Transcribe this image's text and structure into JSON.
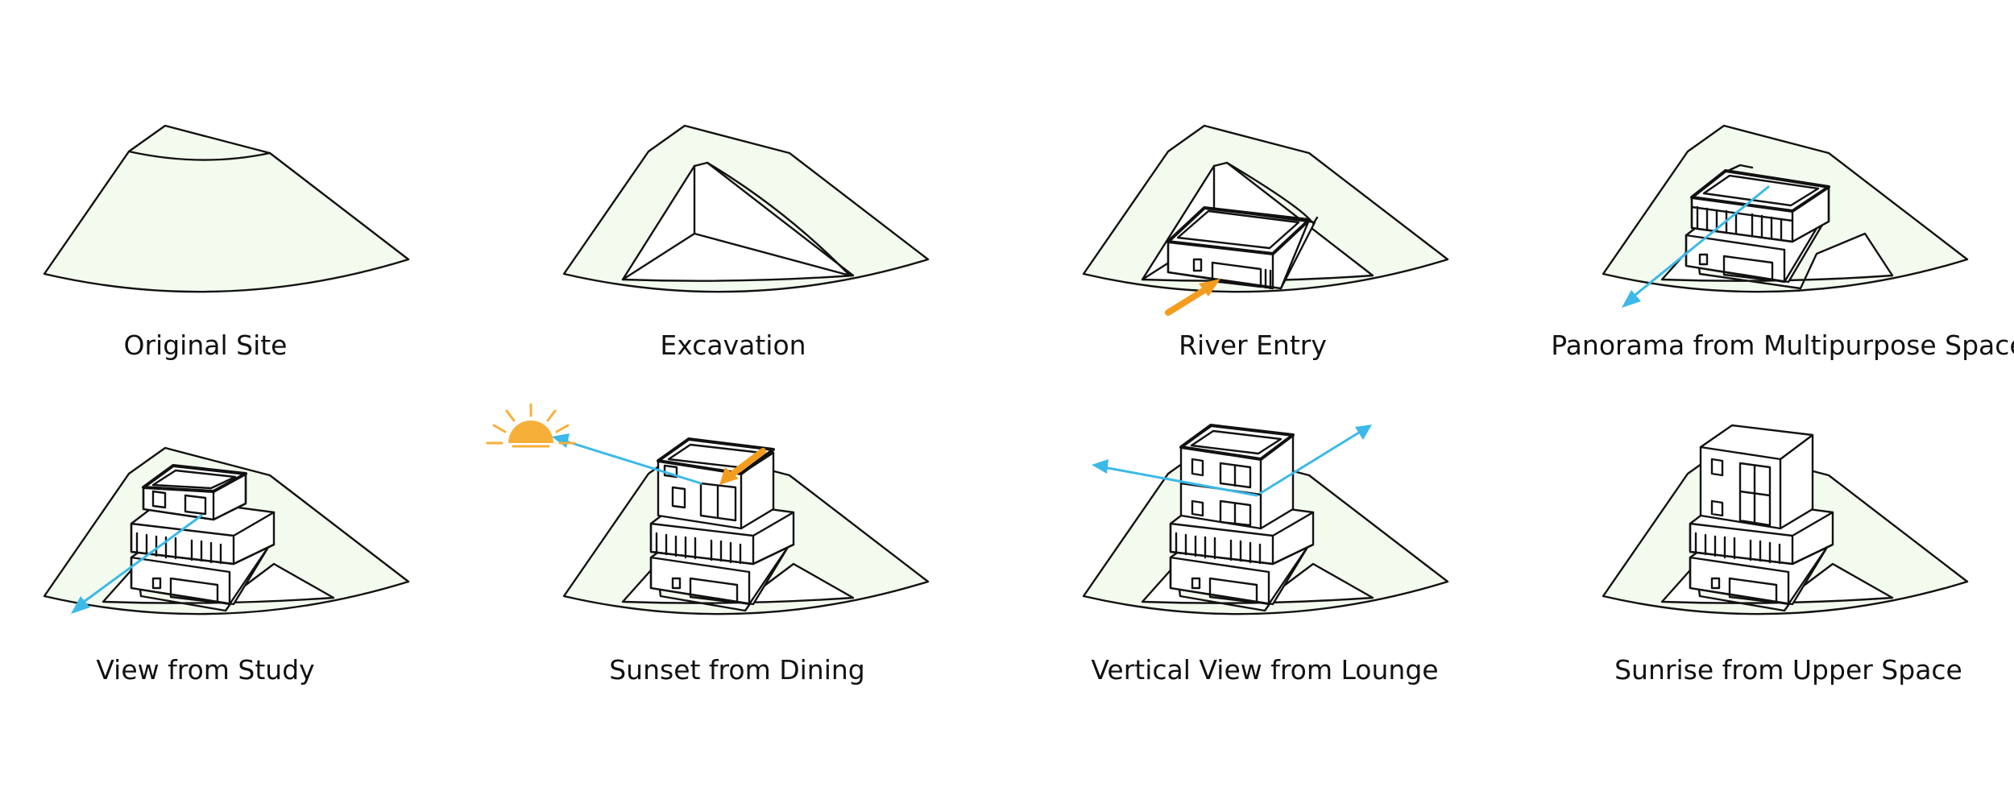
{
  "panels": [
    {
      "label": "Original Site"
    },
    {
      "label": "Excavation"
    },
    {
      "label": "River Entry"
    },
    {
      "label": "Panorama from Multipurpose Space"
    },
    {
      "label": "View from Study"
    },
    {
      "label": "Sunset from Dining"
    },
    {
      "label": "Vertical View from Lounge"
    },
    {
      "label": "Sunrise from Upper Space"
    }
  ],
  "colors": {
    "site_fill": "#f3faee",
    "view_arrow": "#3cb9e8",
    "entry_arrow": "#f39c1e",
    "sun": "#f6b03a",
    "outline": "#111111"
  }
}
